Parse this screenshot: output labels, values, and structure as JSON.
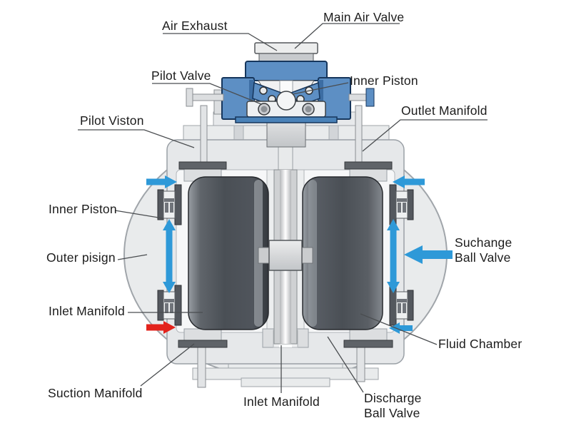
{
  "diagram": {
    "title": "Air-operated diaphragm pump cutaway diagram",
    "labels": {
      "air_exhaust": "Air Exhaust",
      "main_air_valve": "Main Air Valve",
      "pilot_valve": "Pilot Valve",
      "inner_piston_top": "Inner Piston",
      "pilot_viston": "Pilot Viston",
      "outlet_manifold": "Outlet Manifold",
      "inner_piston_left": "Inner Piston",
      "outer_pisign": "Outer pisign",
      "suchange_line1": "Suchange",
      "suchange_line2": "Ball Valve",
      "inlet_manifold_left": "Inlet Manifold",
      "fluid_chamber": "Fluid Chamber",
      "suction_manifold": "Suction Manifold",
      "inlet_manifold_bottom": "Inlet Manifold",
      "discharge_line1": "Discharge",
      "discharge_line2": "Ball Valve"
    },
    "colors": {
      "background": "#ffffff",
      "label_text": "#1c1c1c",
      "leader_line": "#4a4d50",
      "arrow_blue": "#2e99d8",
      "arrow_red": "#e3231c",
      "valve_blue": "#5d8fc4",
      "valve_blue_dark": "#16365c",
      "casing_fill": "#e9ebec",
      "casing_stroke": "#a0a5aa",
      "chamber_dark": "#4b5056"
    }
  }
}
